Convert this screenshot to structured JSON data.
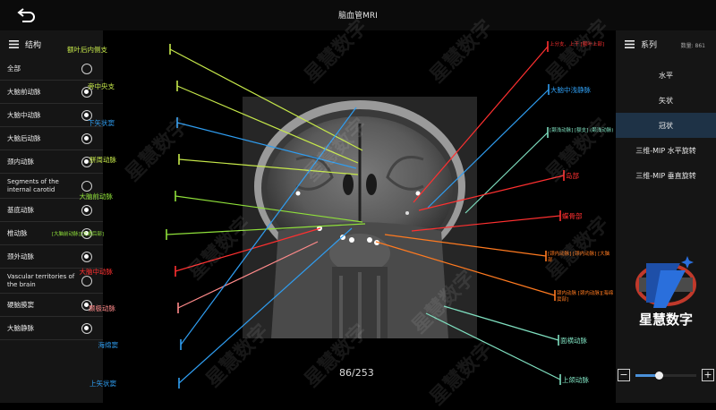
{
  "header": {
    "title": "脑血管MRI"
  },
  "structure": {
    "title": "结构",
    "items": [
      {
        "label": "全部",
        "checked": false
      },
      {
        "label": "大脑前动脉",
        "checked": true
      },
      {
        "label": "大脑中动脉",
        "checked": true
      },
      {
        "label": "大脑后动脉",
        "checked": true
      },
      {
        "label": "颈内动脉",
        "checked": true
      },
      {
        "label": "Segments of the internal carotid",
        "checked": false
      },
      {
        "label": "基底动脉",
        "checked": true
      },
      {
        "label": "椎动脉",
        "checked": true
      },
      {
        "label": "颈外动脉",
        "checked": true
      },
      {
        "label": "Vascular territories of the brain",
        "checked": false
      },
      {
        "label": "硬脑膜窦",
        "checked": true
      },
      {
        "label": "大脑静脉",
        "checked": true
      }
    ]
  },
  "series_panel": {
    "title": "系列",
    "count": "数量: 861",
    "items": [
      {
        "label": "水平",
        "active": false
      },
      {
        "label": "矢状",
        "active": false
      },
      {
        "label": "冠状",
        "active": true
      },
      {
        "label": "三维-MIP 水平旋转",
        "active": false
      },
      {
        "label": "三维-MIP 垂直旋转",
        "active": false
      }
    ]
  },
  "brand": {
    "name": "星慧数字",
    "watermark": "星慧数字"
  },
  "zoom": {
    "minus": "−",
    "plus": "+",
    "level": 0.38
  },
  "viewer": {
    "slice": "86/253"
  },
  "left_labels": [
    {
      "text": "额叶后内侧支",
      "color": "#c6e84a"
    },
    {
      "text": "旁中央支",
      "color": "#c6e84a"
    },
    {
      "text": "下矢状窦",
      "color": "#2f9df0"
    },
    {
      "text": "胼周动脉",
      "color": "#c6e84a"
    },
    {
      "text": "大脑前动脉",
      "color": "#8fe03a"
    },
    {
      "text": "[大脑前动脉][交通后部]",
      "color": "#8fe03a"
    },
    {
      "text": "大脑中动脉",
      "color": "#ff3030"
    },
    {
      "text": "颞极动脉",
      "color": "#ff8a8a"
    },
    {
      "text": "海绵窦",
      "color": "#2f9df0"
    },
    {
      "text": "上矢状窦",
      "color": "#2f9df0"
    }
  ],
  "right_labels": [
    {
      "text": "上分支、上干 [额叶上部]",
      "color": "#ff3030"
    },
    {
      "text": "大脑中浅静脉",
      "color": "#2f9df0"
    },
    {
      "text": "[颞浅动脉] [额支] (颞浅动脉)",
      "color": "#7fe0c0"
    },
    {
      "text": "岛部",
      "color": "#ff3030"
    },
    {
      "text": "蝶骨部",
      "color": "#ff3030"
    },
    {
      "text": "[颈内动脉] [颈内动脉] [大脑部",
      "color": "#ff7a20"
    },
    {
      "text": "颈内动脉 [颈内动脉][海绵窦部]",
      "color": "#ff7a20"
    },
    {
      "text": "面横动脉",
      "color": "#7fe0c0"
    },
    {
      "text": "上颌动脉",
      "color": "#7fe0c0"
    }
  ]
}
